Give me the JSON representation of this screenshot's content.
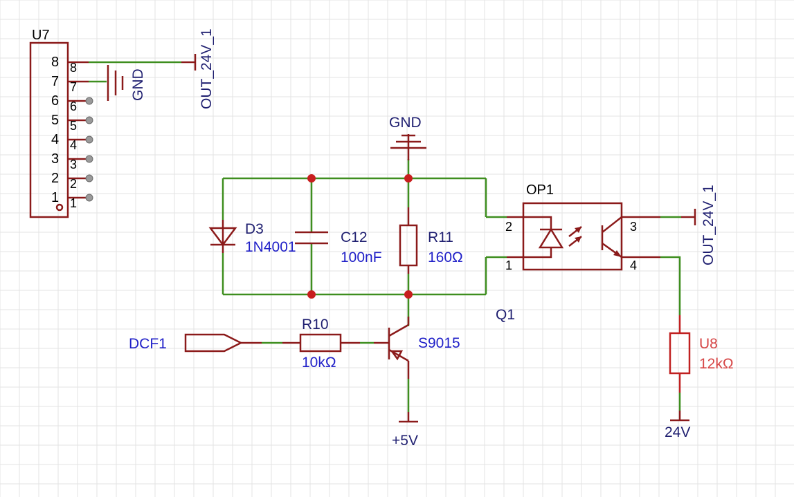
{
  "colors": {
    "wire": "#3e8e1f",
    "component": "#8b1a1a",
    "junction": "#c81e1e",
    "net_label": "#1f1f70",
    "part_label": "#2020c8",
    "highlight_part": "#d64545",
    "grid": "#e3e3e3"
  },
  "u7": {
    "designator": "U7",
    "row_numbers": [
      "8",
      "7",
      "6",
      "5",
      "4",
      "3",
      "2",
      "1"
    ],
    "pin_numbers": [
      "8",
      "7",
      "6",
      "5",
      "4",
      "3",
      "2",
      "1"
    ]
  },
  "nets": {
    "gnd_top": "GND",
    "out24_top": "OUT_24V_1",
    "gnd_mid": "GND",
    "out24_right": "OUT_24V_1",
    "plus5v": "+5V",
    "v24": "24V",
    "dcf1": "DCF1"
  },
  "parts": {
    "d3": {
      "designator": "D3",
      "value": "1N4001"
    },
    "c12": {
      "designator": "C12",
      "value": "100nF"
    },
    "r11": {
      "designator": "R11",
      "value": "160Ω"
    },
    "r10": {
      "designator": "R10",
      "value": "10kΩ"
    },
    "q1": {
      "designator": "Q1",
      "value": "S9015"
    },
    "op1": {
      "designator": "OP1",
      "pins": [
        "2",
        "1",
        "3",
        "4"
      ]
    },
    "u8": {
      "designator": "U8",
      "value": "12kΩ"
    }
  }
}
